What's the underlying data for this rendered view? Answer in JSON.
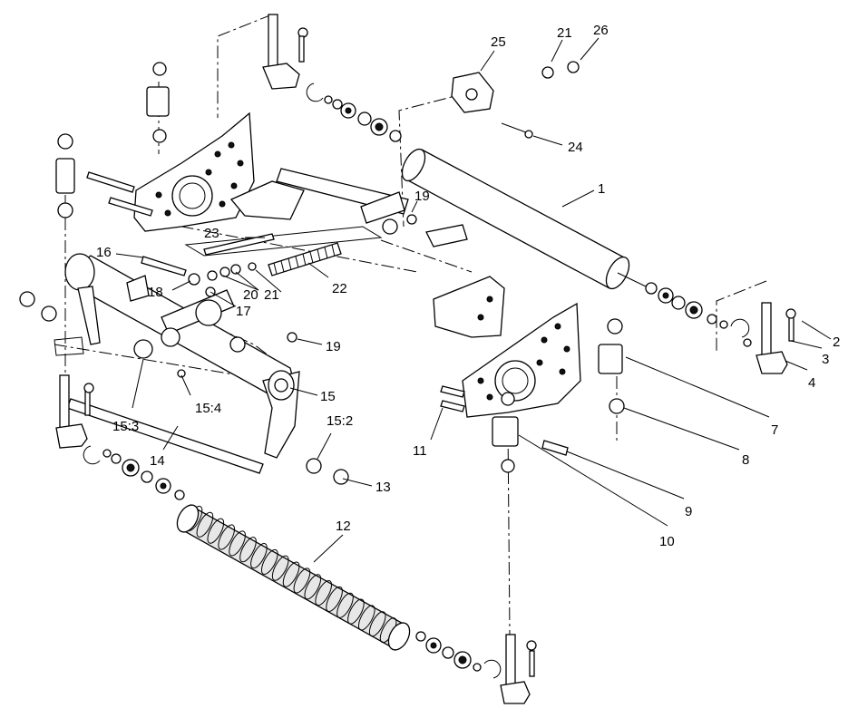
{
  "diagram": {
    "callouts": {
      "c1": "1",
      "c2": "2",
      "c3": "3",
      "c4": "4",
      "c7": "7",
      "c8": "8",
      "c9": "9",
      "c10": "10",
      "c11": "11",
      "c12": "12",
      "c13": "13",
      "c14": "14",
      "c15": "15",
      "c15_2": "15:2",
      "c15_3": "15:3",
      "c15_4": "15:4",
      "c16": "16",
      "c17": "17",
      "c18": "18",
      "c19a": "19",
      "c19b": "19",
      "c20": "20",
      "c21a": "21",
      "c21b": "21",
      "c22": "22",
      "c23": "23",
      "c24": "24",
      "c25": "25",
      "c26": "26"
    }
  }
}
